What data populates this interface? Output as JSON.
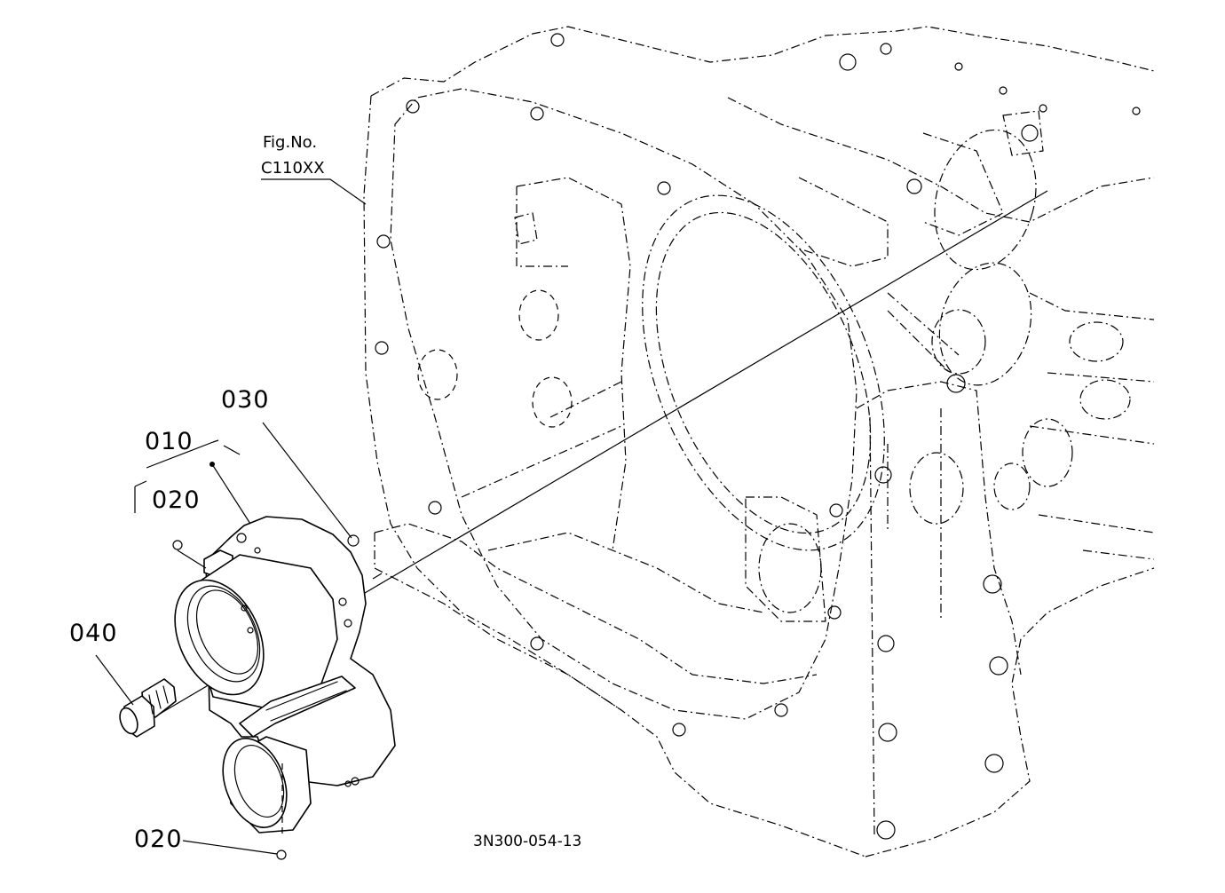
{
  "figure_reference": {
    "label": "Fig.No.",
    "code": "C110XX"
  },
  "callouts": [
    {
      "id": "010",
      "text": "010"
    },
    {
      "id": "020",
      "text": "020"
    },
    {
      "id": "030",
      "text": "030"
    },
    {
      "id": "040",
      "text": "040"
    },
    {
      "id": "020-lower",
      "text": "020"
    }
  ],
  "drawing_code": "3N300-054-13",
  "colors": {
    "line": "#000000",
    "background": "#ffffff"
  }
}
